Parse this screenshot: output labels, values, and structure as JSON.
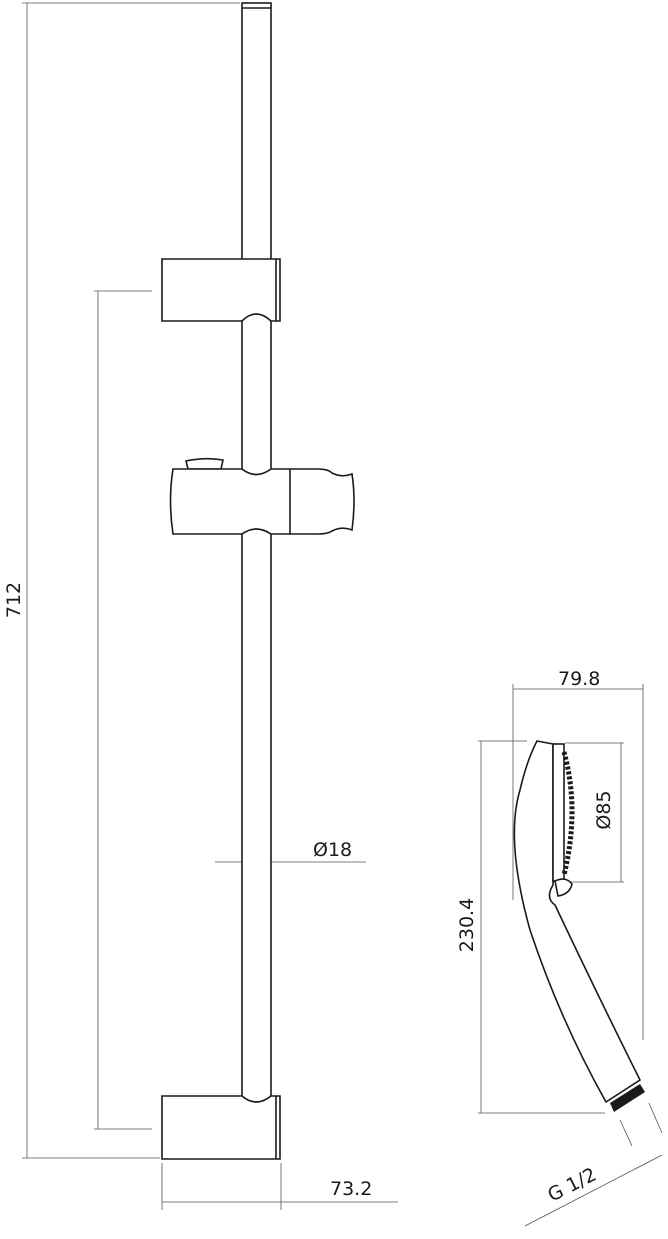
{
  "drawing": {
    "rail": {
      "total_height_label": "712",
      "diameter_label": "Ø18",
      "depth_label": "73.2"
    },
    "hand_shower": {
      "width_label": "79.8",
      "height_label": "230.4",
      "face_diameter_label": "Ø85",
      "thread_label": "G 1/2"
    },
    "line_color": "#1a1a1a"
  }
}
